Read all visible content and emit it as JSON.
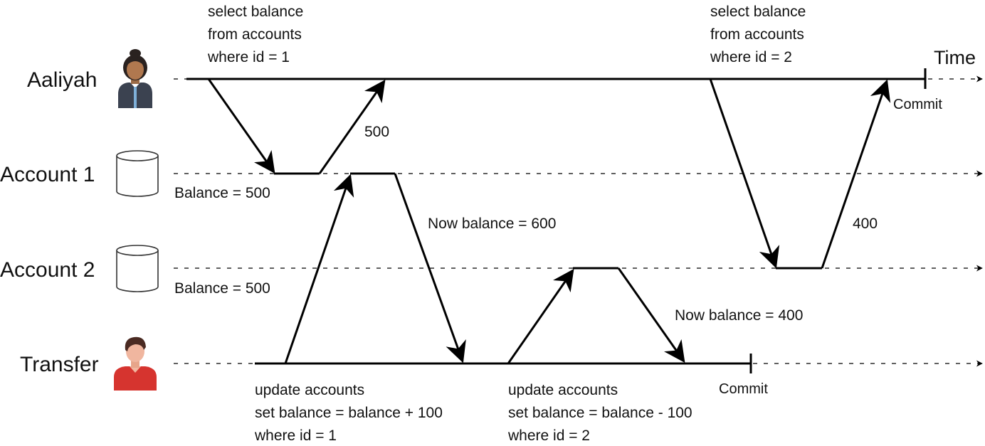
{
  "lanes": {
    "aaliyah": "Aaliyah",
    "account1": "Account 1",
    "account2": "Account 2",
    "transfer": "Transfer"
  },
  "time_label": "Time",
  "aaliyah_query1": [
    "select balance",
    "from accounts",
    "where id = 1"
  ],
  "aaliyah_query2": [
    "select balance",
    "from accounts",
    "where id = 2"
  ],
  "aaliyah_result1": "500",
  "aaliyah_result2": "400",
  "aaliyah_commit": "Commit",
  "account1_balance": "Balance = 500",
  "account2_balance": "Balance = 500",
  "account1_new": "Now balance = 600",
  "account2_new": "Now balance = 400",
  "transfer_update1": [
    "update accounts",
    "set balance = balance + 100",
    "where id = 1"
  ],
  "transfer_update2": [
    "update accounts",
    "set balance = balance - 100",
    "where id = 2"
  ],
  "transfer_commit": "Commit",
  "icons": {
    "aaliyah": "woman-avatar-icon",
    "transfer": "man-avatar-icon",
    "account1": "database-icon",
    "account2": "database-icon"
  },
  "colors": {
    "aaliyah_shirt": "#3b4250",
    "aaliyah_skin": "#b0784f",
    "transfer_shirt": "#d6342f",
    "transfer_skin": "#f0b69f"
  }
}
